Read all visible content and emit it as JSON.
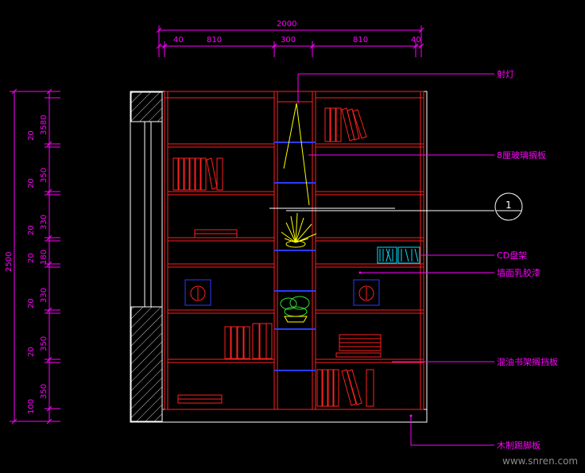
{
  "dimensions": {
    "total_width": "2000",
    "top_segments": [
      "40",
      "810",
      "300",
      "810",
      "40"
    ],
    "total_height": "2500",
    "left_segments": [
      "3580",
      "20",
      "350",
      "20",
      "330",
      "20",
      "180",
      "20",
      "330",
      "20",
      "350",
      "20",
      "350",
      "100"
    ]
  },
  "labels": {
    "spotlight": "射灯",
    "glass_shelf": "8厘玻璃搁板",
    "cd_rack": "CD盘架",
    "wall_paint": "墙面乳胶漆",
    "bookshelf_board": "混油书架搁挡板",
    "skirting": "木制踢脚板"
  },
  "section_marker": "1",
  "watermark": "www.snren.com",
  "colors": {
    "background": "#000000",
    "dimension": "#ff00ff",
    "cabinet": "#ff2020",
    "glass": "#2a3cff",
    "outline": "#ffffff",
    "plant": "#ffff00",
    "plant2": "#33dd33",
    "cd": "#00e0ff"
  }
}
